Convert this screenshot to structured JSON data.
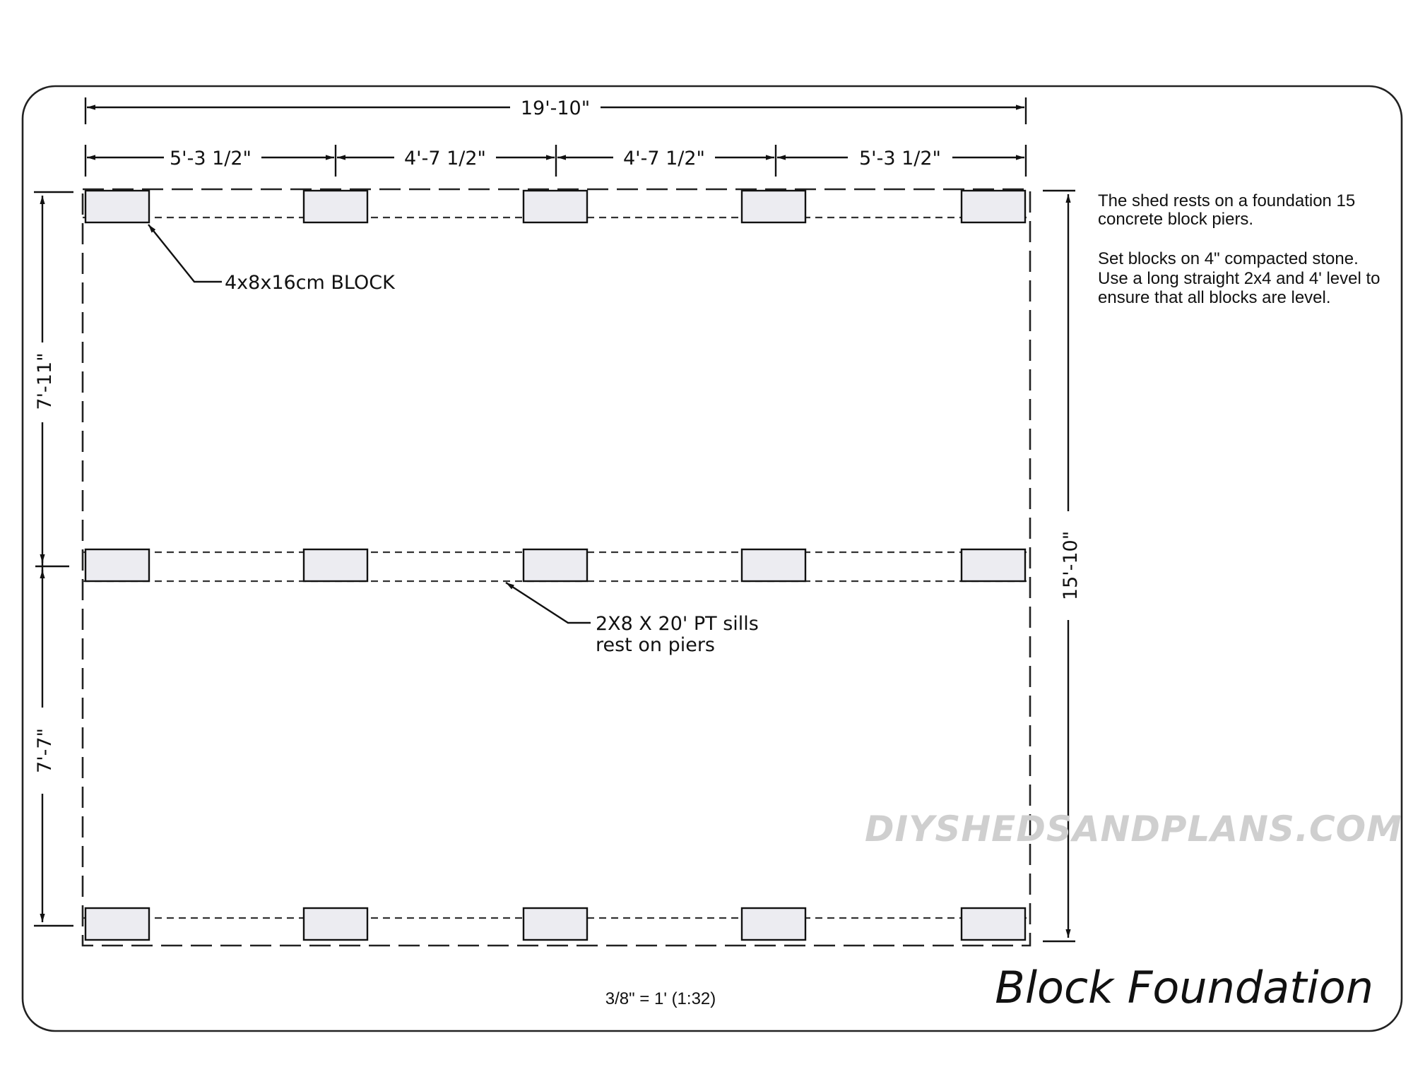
{
  "dimensions": {
    "overall_width": "19'-10\"",
    "segment_1": "5'-3 1/2\"",
    "segment_2": "4'-7 1/2\"",
    "segment_3": "4'-7 1/2\"",
    "segment_4": "5'-3 1/2\"",
    "left_upper": "7'-11\"",
    "left_lower": "7'-7\"",
    "overall_depth": "15'-10\""
  },
  "callouts": {
    "block": "4x8x16cm BLOCK",
    "sills_line1": "2X8 X 20' PT sills",
    "sills_line2": "rest on piers"
  },
  "notes": {
    "line1": "The shed rests on a foundation 15",
    "line2": "concrete block piers.",
    "line3": "Set blocks on 4\" compacted stone.",
    "line4": "Use a long straight 2x4 and 4' level to",
    "line5": "ensure that all blocks are level."
  },
  "scale": "3/8\" = 1' (1:32)",
  "title": "Block Foundation",
  "watermark": "DIYSHEDSANDPLANS.COM",
  "piers": {
    "rows": 3,
    "columns": 5,
    "total": 15
  }
}
